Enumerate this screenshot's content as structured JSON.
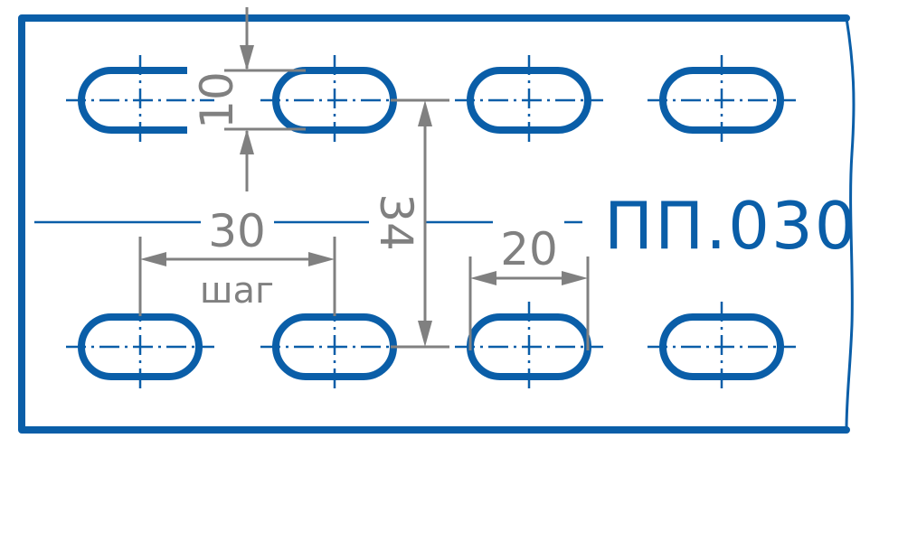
{
  "labels": {
    "dim_height": "10",
    "dim_pitch": "30",
    "dim_row_spacing": "34",
    "dim_slot_length": "20",
    "pitch_word": "шаг",
    "product_code": "ПП.030"
  },
  "colors": {
    "outline": "#0a5ea8",
    "dimension": "#808080",
    "background": "#ffffff"
  }
}
